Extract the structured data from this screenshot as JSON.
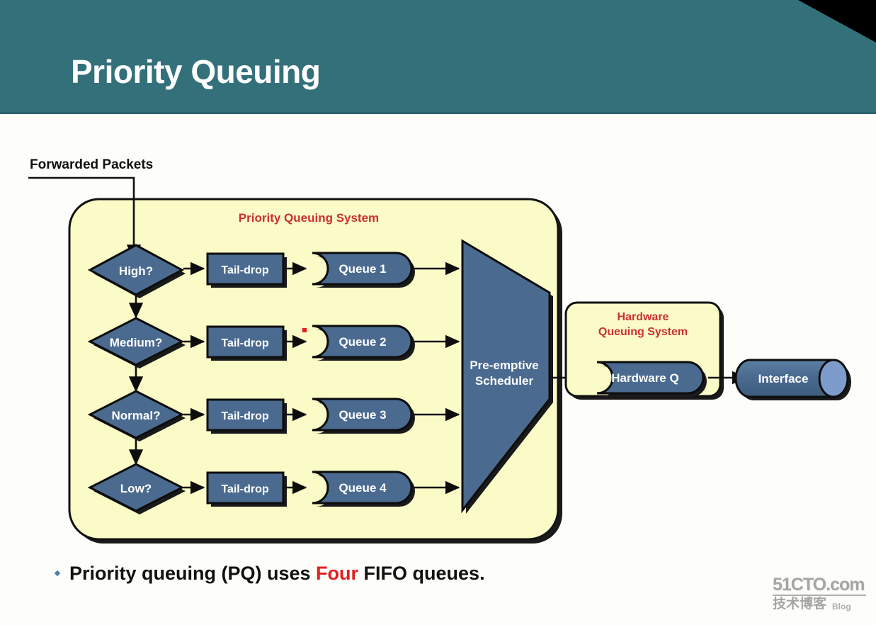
{
  "slide": {
    "title": "Priority Queuing",
    "header_color": "#33707a",
    "panel_fill": "#fbfbc8",
    "shape_fill": "#4a6b8f",
    "label_red": "#cc2f33",
    "accent_red": "#e02020"
  },
  "diagram": {
    "input_label": "Forwarded Packets",
    "pq_system_label": "Priority Queuing System",
    "hw_system_label_line1": "Hardware",
    "hw_system_label_line2": "Queuing System",
    "scheduler_line1": "Pre-emptive",
    "scheduler_line2": "Scheduler",
    "hardware_queue_label": "Hardware Q",
    "interface_label": "Interface",
    "rows": [
      {
        "decision": "High?",
        "policy": "Tail-drop",
        "queue": "Queue 1"
      },
      {
        "decision": "Medium?",
        "policy": "Tail-drop",
        "queue": "Queue 2"
      },
      {
        "decision": "Normal?",
        "policy": "Tail-drop",
        "queue": "Queue 3"
      },
      {
        "decision": "Low?",
        "policy": "Tail-drop",
        "queue": "Queue 4"
      }
    ]
  },
  "bullet": {
    "text_before": "Priority queuing (PQ) uses ",
    "highlight": "Four",
    "text_after": " FIFO queues."
  },
  "watermark": {
    "site": "51CTO.com",
    "cn": "技术博客",
    "blog": "Blog"
  },
  "edge": {
    "ghost": ""
  }
}
